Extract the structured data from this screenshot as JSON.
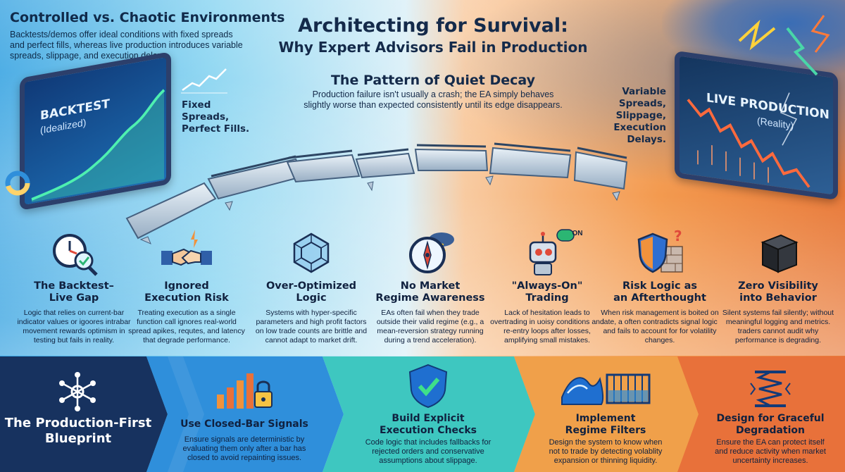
{
  "header": {
    "title": "Architecting for Survival:",
    "subtitle": "Why Expert Advisors Fail in Production"
  },
  "intro": {
    "heading": "Controlled vs. Chaotic Environments",
    "body": "Backtests/demos offer ideal conditions with fixed spreads and perfect fills, whereas live production introduces variable spreads, slippage, and execution delays."
  },
  "decay": {
    "heading": "The Pattern of Quiet Decay",
    "body": "Production failure isn't usually a crash; the EA simply behaves slightly worse than expected consistently until its edge disappears."
  },
  "labels": {
    "fixed": "Fixed Spreads, Perfect Fills.",
    "variable": "Variable Spreads, Slippage, Execution Delays."
  },
  "monitors": {
    "left_title": "BACKTEST",
    "left_sub": "(Idealized)",
    "right_title": "LIVE PRODUCTION",
    "right_sub": "(Reality)"
  },
  "robot_badge": "ON",
  "issues": [
    {
      "icon": "clock-magnifier-icon",
      "title": "The Backtest–\nLive Gap",
      "body": "Logic that relies on current-bar indicator values or igoores intrabar movement rewards optimism in testing but fails in reality."
    },
    {
      "icon": "handshake-spark-icon",
      "title": "Ignored\nExecution Risk",
      "body": "Treating execution as a single function call ignores real-world spread apikes, requtes, and latency that degrade performance."
    },
    {
      "icon": "crystal-lattice-icon",
      "title": "Over-Optimized\nLogic",
      "body": "Systems with hyper-specific parameters and high profit factors on low trade counts are brittle and cannot adapt to market drift."
    },
    {
      "icon": "compass-storm-icon",
      "title": "No Market\nRegime Awareness",
      "body": "EAs often fail when they trade outside their valid regime (e.g., a mean-reversion strategy running during a trend acceleration)."
    },
    {
      "icon": "robot-on-icon",
      "title": "\"Always-On\"\nTrading",
      "body": "Lack of hesitation leads to overtrading in uoisy conditions and re-entry loops after losses, amplifying small mistakes."
    },
    {
      "icon": "shield-wall-icon",
      "title": "Risk Logic as\nan Afterthought",
      "body": "When risk management is boited on late, a often contradicts signal logic and fails to account for for volatility changes."
    },
    {
      "icon": "black-box-icon",
      "title": "Zero Visibility\ninto Behavior",
      "body": "Silent systems fail silently; without meaningful logging and metrics. traders cannot audit why performance is degrading."
    }
  ],
  "blueprint": {
    "title": "The Production-First Blueprint",
    "steps": [
      {
        "icon": "bar-lock-icon",
        "title": "Use Closed-Bar Signals",
        "body": "Ensure signals are deterministic by evaluating them only after a bar has closed to avoid repainting issues."
      },
      {
        "icon": "shield-check-icon",
        "title": "Build Explicit\nExecution Checks",
        "body": "Code logic that includes fallbacks for rejected orders and conservative assumptions about slippage."
      },
      {
        "icon": "wave-filter-icon",
        "title": "Implement\nRegime Filters",
        "body": "Design the system to know when not to trade by detecting volablity expansion or thinning liquidity."
      },
      {
        "icon": "spring-icon",
        "title": "Design for Graceful\nDegradation",
        "body": "Ensure the EA can protect itself and reduce activity when market uncertainty increases."
      }
    ]
  },
  "colors": {
    "navy": "#17325f",
    "blue": "#2f8fdb",
    "teal": "#3ec7c0",
    "orange": "#f0923c",
    "deep_orange": "#e8713a"
  }
}
